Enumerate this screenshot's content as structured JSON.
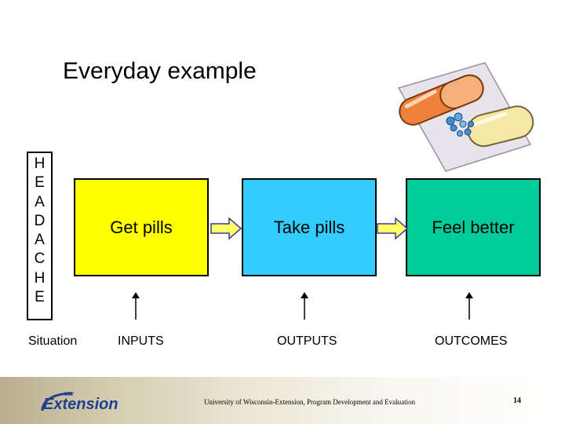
{
  "title": "Everyday example",
  "headache_letters": [
    "H",
    "E",
    "A",
    "D",
    "A",
    "C",
    "H",
    "E"
  ],
  "boxes": [
    {
      "label": "Get pills",
      "color": "#ffff00"
    },
    {
      "label": "Take pills",
      "color": "#33ccff"
    },
    {
      "label": "Feel better",
      "color": "#00cc99"
    }
  ],
  "labels": {
    "situation": "Situation",
    "inputs": "INPUTS",
    "outputs": "OUTPUTS",
    "outcomes": "OUTCOMES"
  },
  "footer": {
    "logo_text": "Extension",
    "logo_small": "UW",
    "credit": "University of Wisconsin-Extension, Program Development and Evaluation",
    "page_number": "14"
  },
  "colors": {
    "arrow_fill": "#ffff66",
    "logo_blue": "#1f3f8f"
  },
  "icons": {
    "pills_clipart": "pills-illustration"
  }
}
